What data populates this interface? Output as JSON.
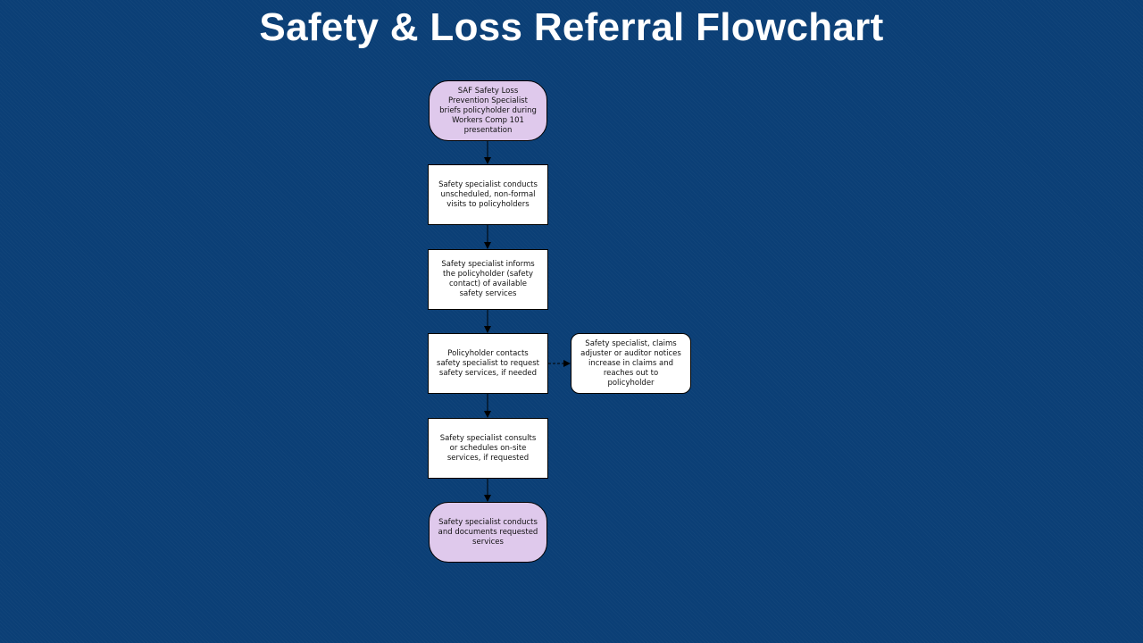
{
  "title": "Safety & Loss Referral Flowchart",
  "nodes": {
    "start": "SAF Safety Loss Prevention Specialist briefs policyholder during Workers Comp 101 presentation",
    "visits": "Safety specialist conducts unscheduled, non-formal visits to policyholders",
    "informs": "Safety specialist informs the policyholder (safety contact) of available safety services",
    "contacts": "Policyholder contacts safety specialist to request safety services, if needed",
    "notices": "Safety specialist, claims adjuster or auditor notices increase in claims and reaches out to policyholder",
    "consults": "Safety specialist consults or schedules on-site services, if requested",
    "end": "Safety specialist conducts and documents requested services"
  },
  "colors": {
    "background": "#0b3f76",
    "terminal_fill": "#dfc9ec",
    "process_fill": "#ffffff"
  }
}
